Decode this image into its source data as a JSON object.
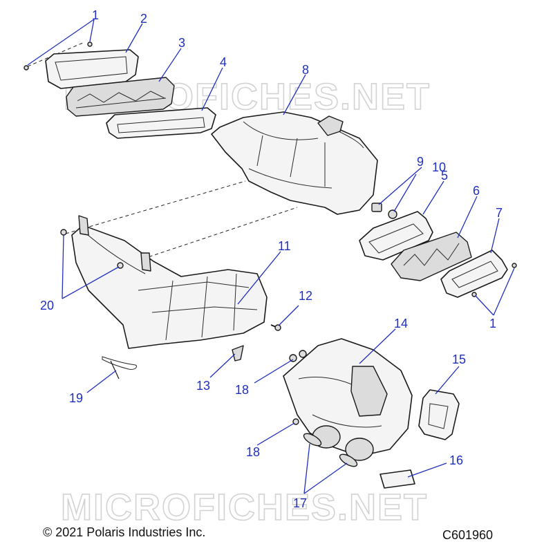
{
  "diagram": {
    "watermark": "MICROFICHES.NET",
    "copyright": "© 2021 Polaris Industries Inc.",
    "figure_id": "C601960",
    "callouts": [
      "1",
      "2",
      "3",
      "4",
      "8",
      "9",
      "10",
      "5",
      "6",
      "7",
      "1",
      "11",
      "20",
      "12",
      "14",
      "15",
      "19",
      "13",
      "18",
      "18",
      "16",
      "17"
    ]
  }
}
